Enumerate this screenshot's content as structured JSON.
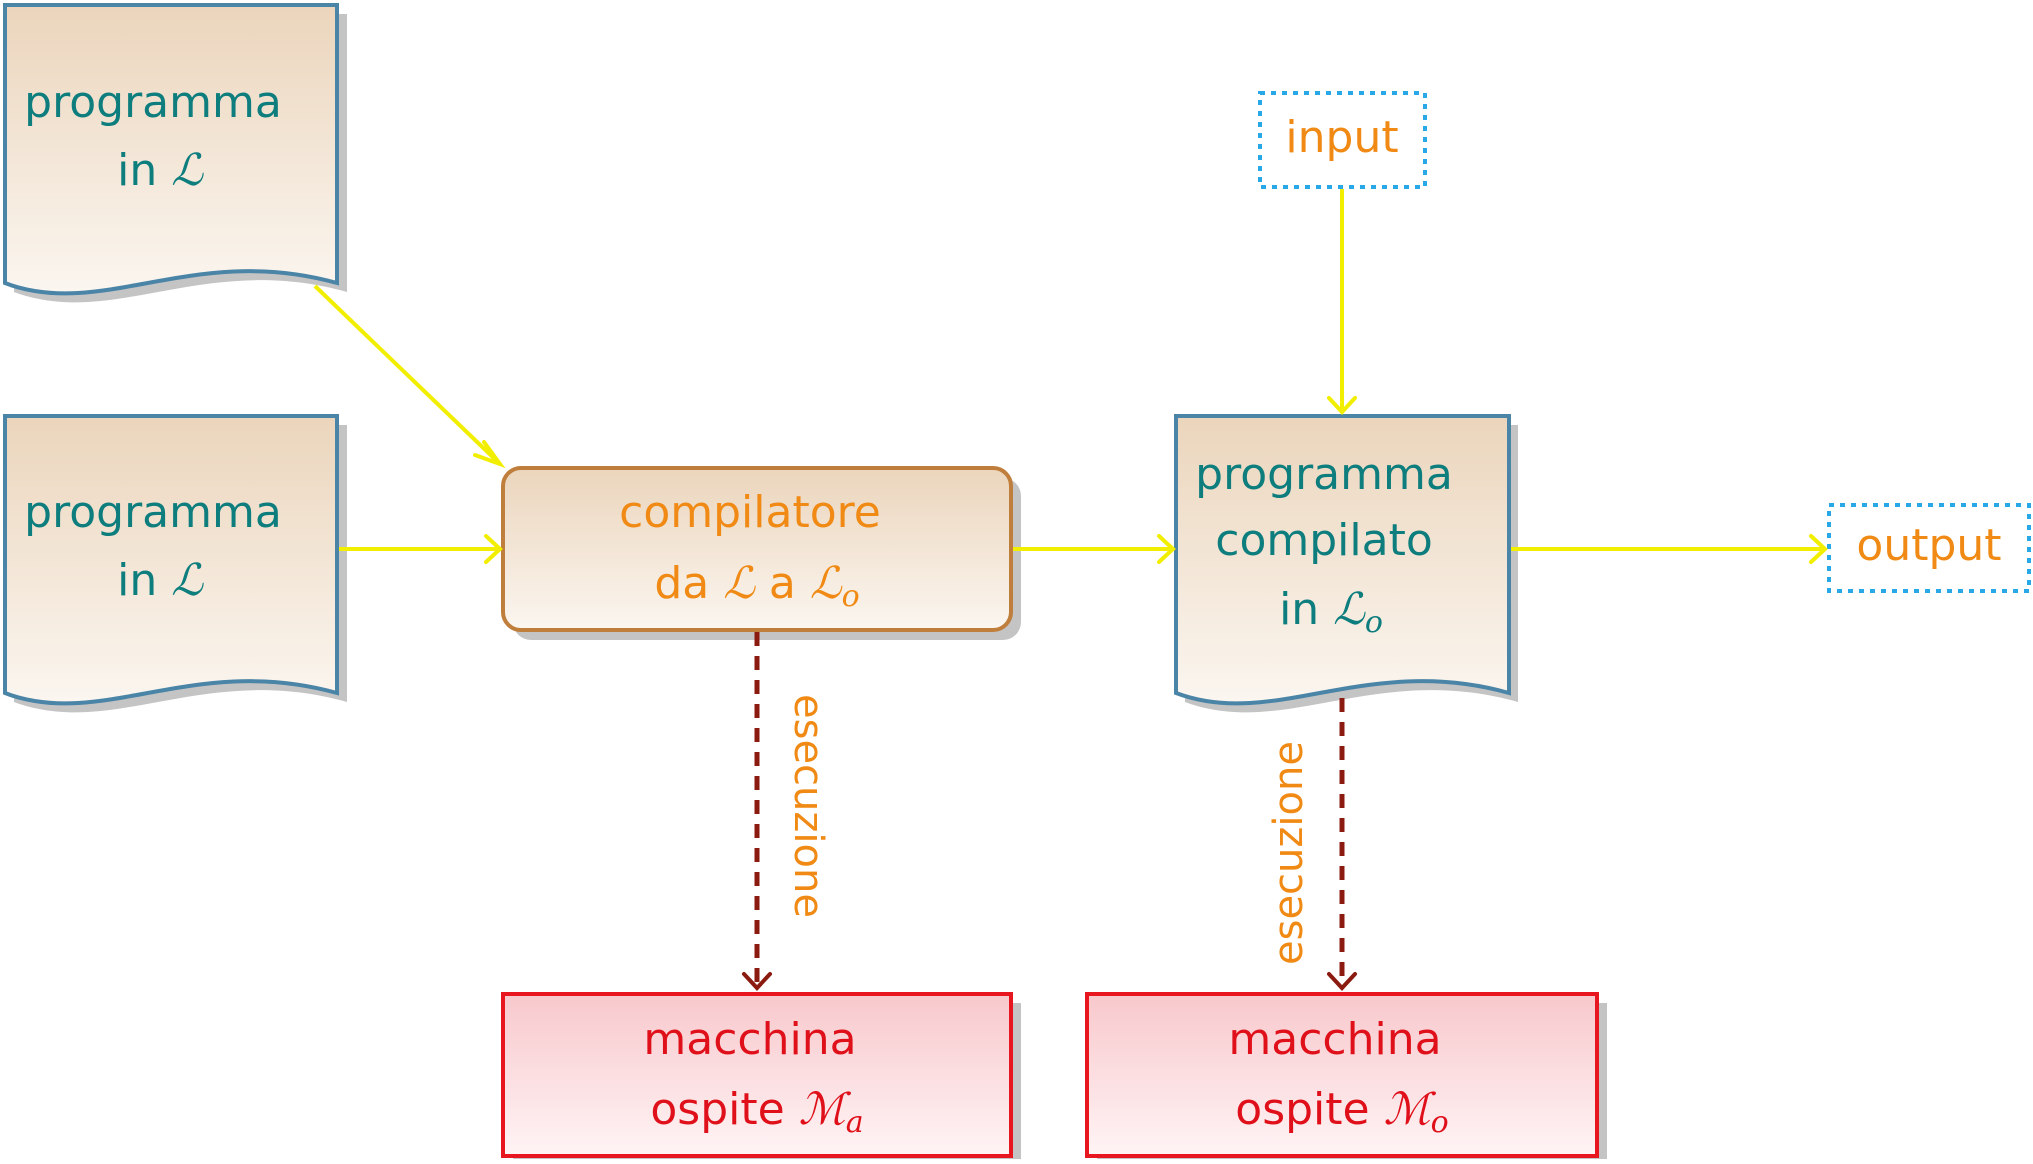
{
  "colors": {
    "doc_border": "#4a84a6",
    "doc_text": "#0d7d7d",
    "fill_top": "#ebd5bc",
    "fill_bottom": "#fbf6f0",
    "compiler_border": "#c07e3c",
    "orange_text": "#f08a14",
    "dotted_border": "#29a8e8",
    "machine_border": "#e8161e",
    "machine_text": "#e0101a",
    "machine_fill_top": "#f8c8cc",
    "machine_fill_bottom": "#fff4f5",
    "yellow_arrow": "#f2ee00",
    "dashed_arrow": "#8b1a10",
    "shadow": "#c4c4c4"
  },
  "nodes": {
    "doc_top": {
      "line1": "programma",
      "line2_prefix": "in ",
      "line2_math": "ℒ"
    },
    "doc_mid": {
      "line1": "programma",
      "line2_prefix": "in ",
      "line2_math": "ℒ"
    },
    "compiler": {
      "line1": "compilatore",
      "line2_a": "da ",
      "line2_m1": "ℒ",
      "line2_b": " a ",
      "line2_m2": "ℒ",
      "line2_sub": "o"
    },
    "compiled": {
      "line1": "programma",
      "line2": "compilato",
      "line3_prefix": "in ",
      "line3_math": "ℒ",
      "line3_sub": "o"
    },
    "input": {
      "label": "input"
    },
    "output": {
      "label": "output"
    },
    "machine_a": {
      "line1": "macchina",
      "line2_prefix": "ospite ",
      "line2_math": "ℳ",
      "line2_sub": "a"
    },
    "machine_o": {
      "line1": "macchina",
      "line2_prefix": "ospite ",
      "line2_math": "ℳ",
      "line2_sub": "o"
    }
  },
  "edges": {
    "exec_left": {
      "label": "esecuzione"
    },
    "exec_right": {
      "label": "esecuzione"
    }
  }
}
